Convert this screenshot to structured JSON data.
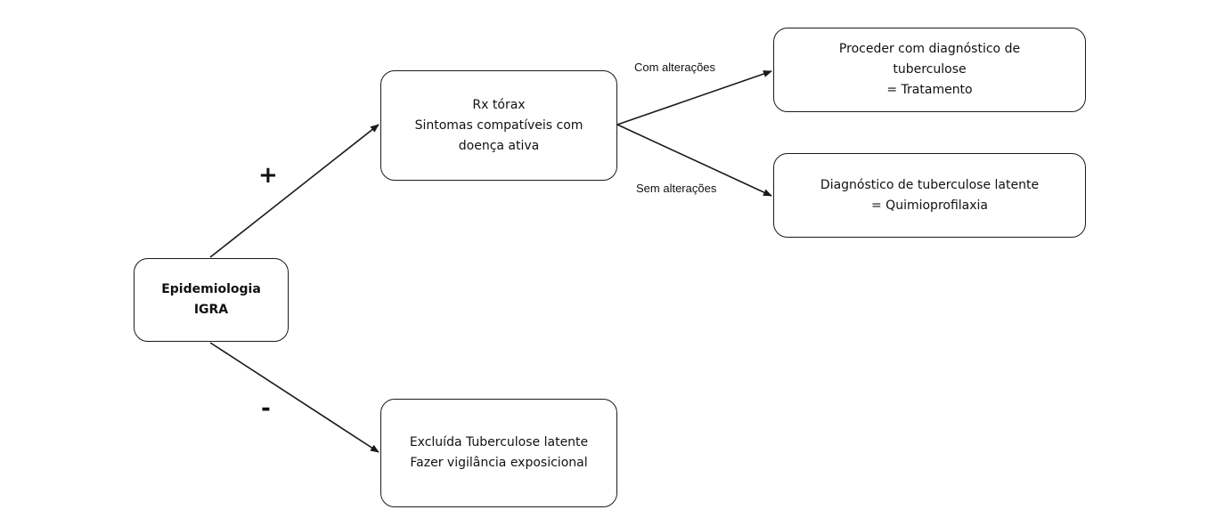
{
  "nodes": {
    "root": {
      "lines": [
        "Epidemiologia",
        "IGRA"
      ]
    },
    "rx": {
      "lines": [
        "Rx tórax",
        "Sintomas compatíveis com",
        "doença ativa"
      ]
    },
    "excluded": {
      "lines": [
        "Excluída Tuberculose latente",
        "Fazer vigilância exposicional"
      ]
    },
    "tb_diagnosis": {
      "lines": [
        "Proceder com diagnóstico de",
        "tuberculose",
        "= Tratamento"
      ]
    },
    "latent": {
      "lines": [
        "Diagnóstico de tuberculose latente",
        "= Quimioprofilaxia"
      ]
    }
  },
  "edges": {
    "positive_sign": "+",
    "negative_sign": "-",
    "with_changes": "Com alterações",
    "without_changes": "Sem alterações"
  },
  "colors": {
    "stroke": "#1a1a1a",
    "text": "#111111",
    "background": "#ffffff"
  }
}
